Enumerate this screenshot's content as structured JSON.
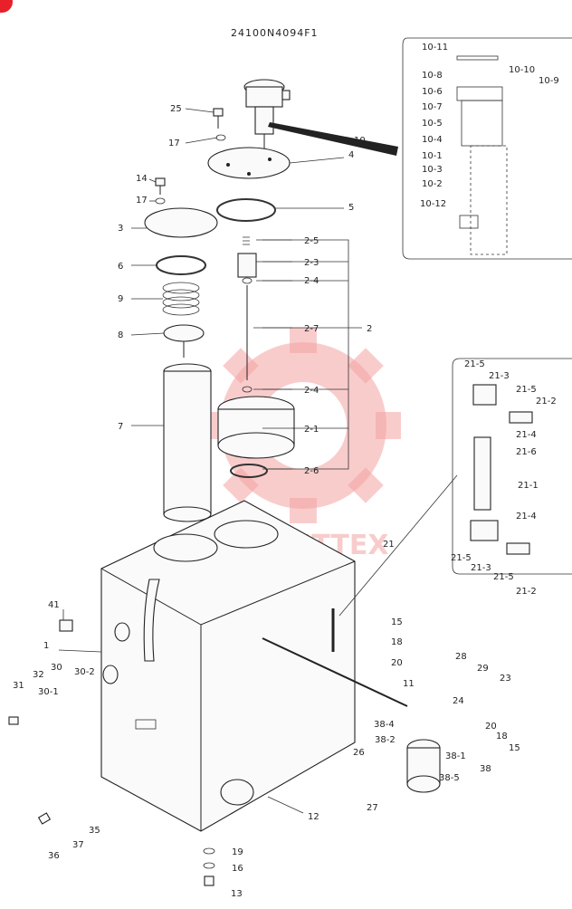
{
  "drawing_number": "24100N4094F1",
  "watermark_text": "WITTEX",
  "corner_mark_color": "#e8202a",
  "watermark_color": "#f4a3a3",
  "callouts": [
    "1",
    "2",
    "2-1",
    "2-3",
    "2-4",
    "2-4",
    "2-5",
    "2-6",
    "2-7",
    "3",
    "4",
    "5",
    "6",
    "7",
    "8",
    "9",
    "10",
    "10-1",
    "10-2",
    "10-3",
    "10-4",
    "10-5",
    "10-6",
    "10-7",
    "10-8",
    "10-9",
    "10-10",
    "10-11",
    "10-12",
    "11",
    "12",
    "13",
    "14",
    "15",
    "15",
    "16",
    "17",
    "17",
    "18",
    "18",
    "19",
    "20",
    "20",
    "21",
    "21-1",
    "21-2",
    "21-2",
    "21-3",
    "21-3",
    "21-4",
    "21-4",
    "21-5",
    "21-5",
    "21-5",
    "21-5",
    "21-6",
    "23",
    "24",
    "25",
    "26",
    "27",
    "28",
    "29",
    "30",
    "30-1",
    "30-2",
    "31",
    "32",
    "35",
    "36",
    "37",
    "38",
    "38-1",
    "38-2",
    "38-4",
    "38-5",
    "41"
  ]
}
